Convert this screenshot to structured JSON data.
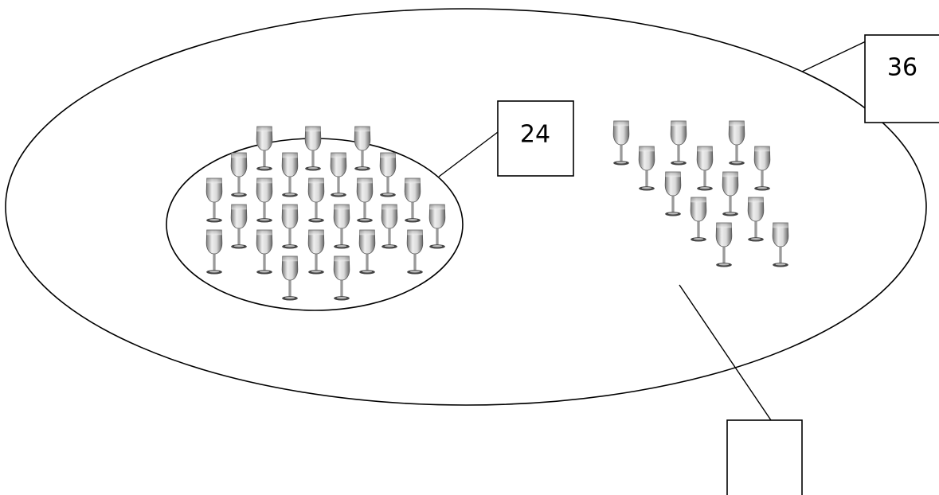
{
  "diagram": {
    "outer_set": {
      "label": "36"
    },
    "inner_set": {
      "label": "24",
      "glass_count": 24
    },
    "remaining_group": {
      "label": "",
      "glass_count": 12
    },
    "colors": {
      "stroke": "#000000",
      "glass_light": "#eeeeee",
      "glass_dark": "#6f6f6f"
    },
    "glass_icon": "wine-glass-icon"
  }
}
